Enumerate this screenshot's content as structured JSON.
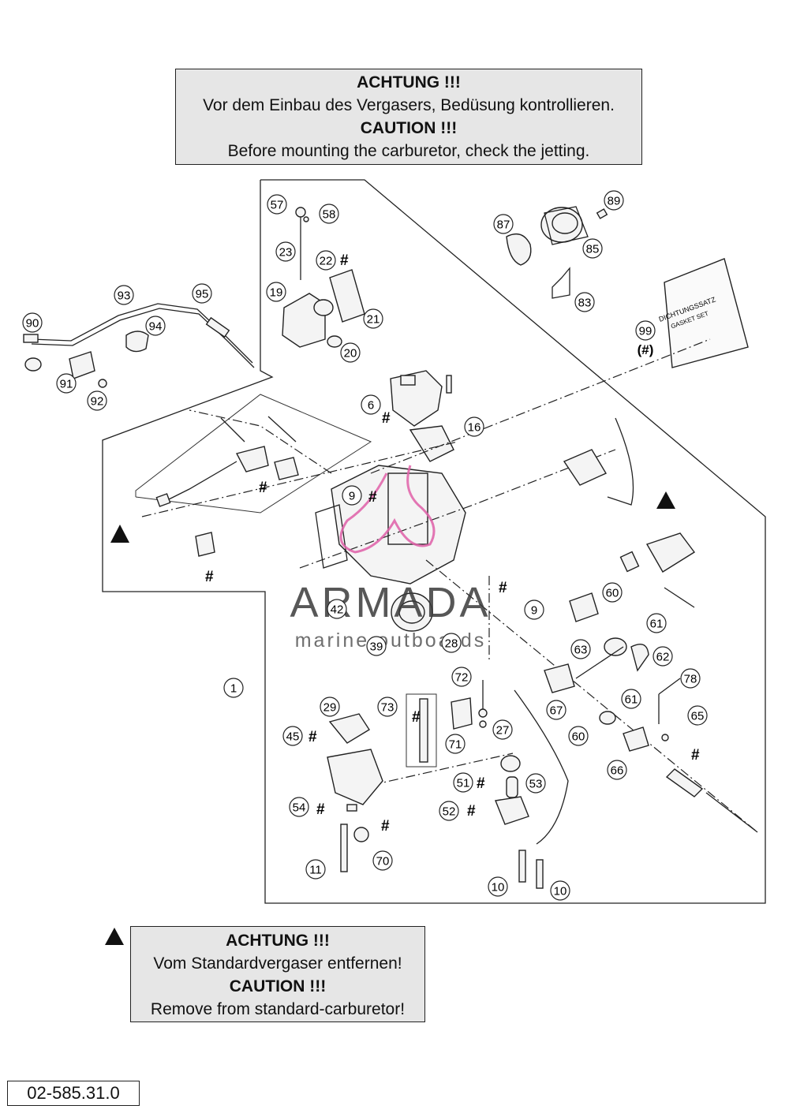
{
  "top_note": {
    "line1": "ACHTUNG !!!",
    "line2": "Vor dem Einbau des Vergasers, Bedüsung kontrollieren.",
    "line3": "CAUTION !!!",
    "line4": "Before mounting the carburetor, check the jetting."
  },
  "bottom_note": {
    "line1": "ACHTUNG !!!",
    "line2": "Vom Standardvergaser entfernen!",
    "line3": "CAUTION !!!",
    "line4": "Remove from standard-carburetor!"
  },
  "document_number": "02-585.31.0",
  "gasket_set": {
    "line1": "DICHTUNGSSATZ",
    "line2": "GASKET SET",
    "marker": "(#)"
  },
  "watermark": {
    "brand": "ARMADA",
    "tagline": "marine outboards"
  },
  "hash_symbol": "#",
  "callouts": [
    "57",
    "58",
    "23",
    "22",
    "19",
    "21",
    "20",
    "89",
    "87",
    "85",
    "83",
    "99",
    "93",
    "95",
    "90",
    "94",
    "91",
    "92",
    "6",
    "16",
    "9",
    "9",
    "60",
    "61",
    "42",
    "39",
    "28",
    "63",
    "62",
    "1",
    "72",
    "73",
    "61",
    "78",
    "29",
    "45",
    "71",
    "27",
    "67",
    "60",
    "65",
    "66",
    "51",
    "53",
    "54",
    "52",
    "70",
    "11",
    "10",
    "10"
  ],
  "colors": {
    "note_background": "#e6e6e6",
    "line_color": "#222222",
    "watermark_pink": "#e060a8"
  }
}
